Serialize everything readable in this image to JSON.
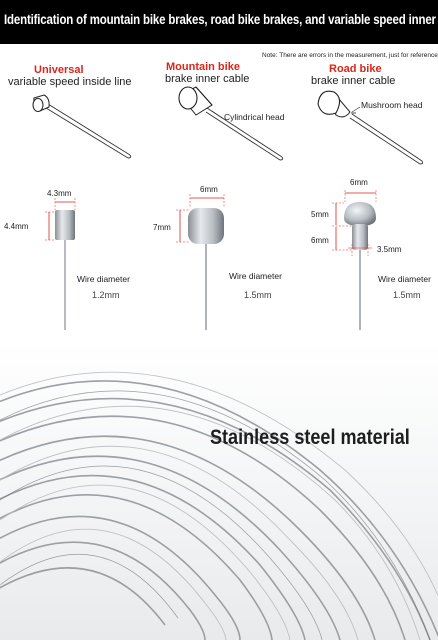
{
  "banner": {
    "title": "Identification of mountain bike brakes, road bike brakes, and variable speed inner cables"
  },
  "note": "Note: There are errors in the measurement, just for reference",
  "columns": [
    {
      "title": "Universal",
      "subtitle": "variable speed inside line",
      "head_label": "",
      "dims": [
        "4.3mm",
        "4.4mm"
      ],
      "wire_label": "Wire diameter",
      "wire_value": "1.2mm"
    },
    {
      "title": "Mountain bike",
      "subtitle": "brake inner cable",
      "head_label": "Cylindrical head",
      "dims": [
        "6mm",
        "7mm"
      ],
      "wire_label": "Wire diameter",
      "wire_value": "1.5mm"
    },
    {
      "title": "Road bike",
      "subtitle": "brake inner cable",
      "head_label": "Mushroom head",
      "dims": [
        "6mm",
        "5mm",
        "6mm",
        "3.5mm"
      ],
      "wire_label": "Wire diameter",
      "wire_value": "1.5mm"
    }
  ],
  "material": {
    "title": "Stainless steel material"
  },
  "colors": {
    "accent": "#d9261c",
    "banner_bg": "#000000"
  }
}
